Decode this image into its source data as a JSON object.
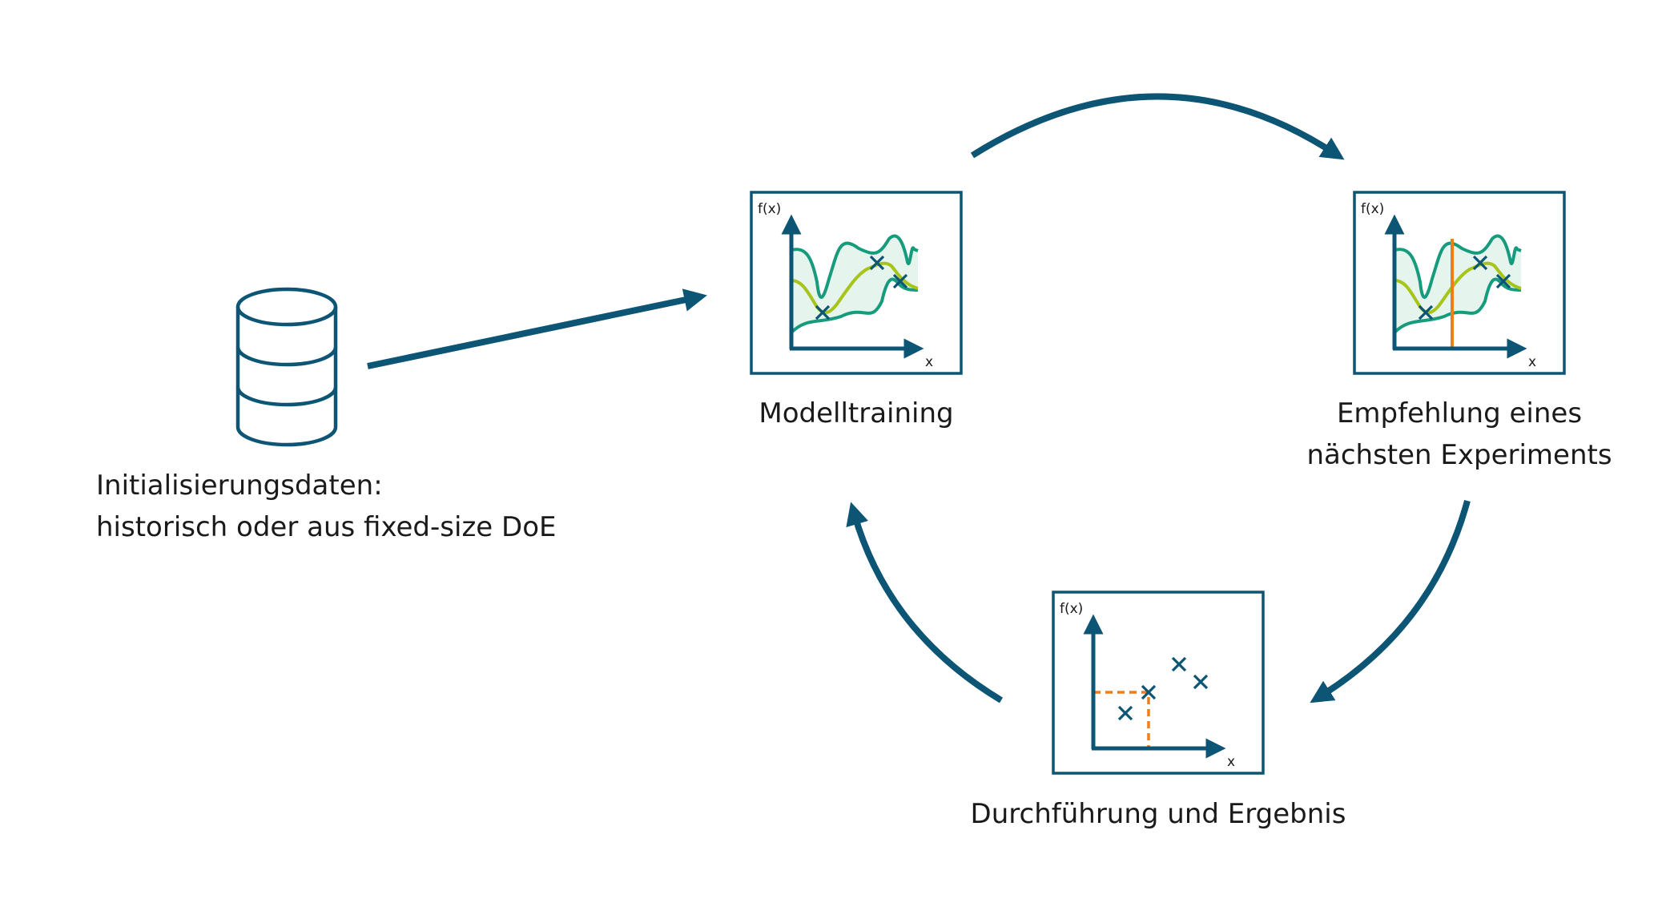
{
  "colors": {
    "primary": "#0d5574",
    "model_bound": "#169b7c",
    "model_mean": "#a6c41a",
    "band": "#e6f4ee",
    "highlight": "#f07d18"
  },
  "icons": {
    "database": "database-icon"
  },
  "steps": {
    "init": {
      "line1": "Initialisierungsdaten:",
      "line2": "historisch oder aus fixed-size DoE"
    },
    "training": {
      "label": "Modelltraining",
      "fx": "f(x)",
      "x": "x"
    },
    "recommend": {
      "line1": "Empfehlung eines",
      "line2": "nächsten Experiments",
      "fx": "f(x)",
      "x": "x"
    },
    "execute": {
      "label": "Durchführung und Ergebnis",
      "fx": "f(x)",
      "x": "x"
    }
  }
}
